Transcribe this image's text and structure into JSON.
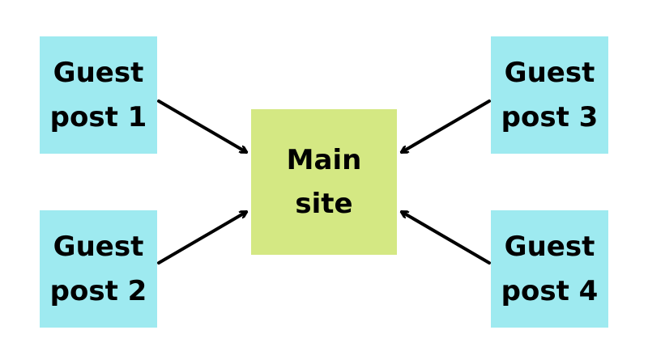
{
  "colors": {
    "guest_box": "#9eeaf0",
    "main_box": "#d4e883",
    "arrow": "#000000",
    "text": "#000000"
  },
  "main_site": {
    "line1": "Main",
    "line2": "site"
  },
  "guest_posts": [
    {
      "line1": "Guest",
      "line2": "post 1"
    },
    {
      "line1": "Guest",
      "line2": "post 2"
    },
    {
      "line1": "Guest",
      "line2": "post 3"
    },
    {
      "line1": "Guest",
      "line2": "post 4"
    }
  ]
}
